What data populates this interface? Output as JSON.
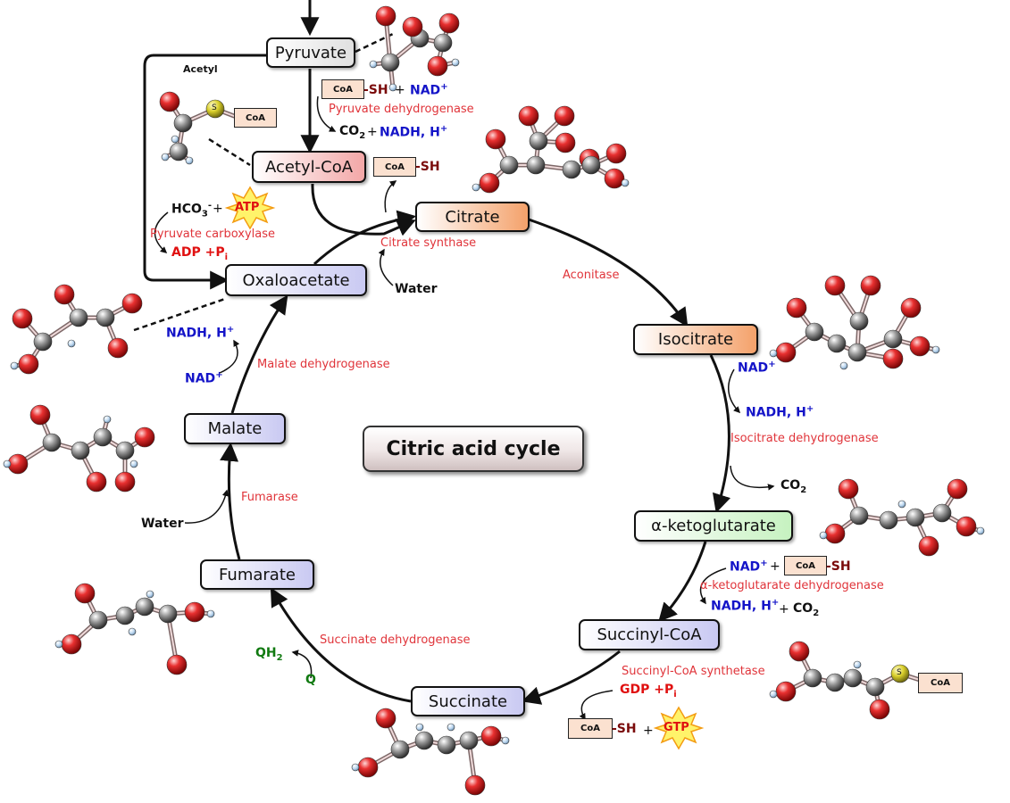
{
  "diagram_title": "Citric acid cycle",
  "colors": {
    "enzyme": "#e0343a",
    "nad": "#1414c8",
    "coa_sh": "#7a0a0a",
    "energy": "#e01010",
    "quinone": "#117a11",
    "orange_node": "#f4a16a",
    "blue_node": "#c9c9f2",
    "green_node": "#c6f2c0",
    "red_node": "#f3a7a7",
    "atom_oxygen": "#d81414",
    "atom_carbon": "#8a8a8a",
    "atom_sulfur": "#d9cf2a",
    "atom_hydrogen": "#bcd7f0"
  },
  "metabolites": {
    "pyruvate": "Pyruvate",
    "acetyl_coa": "Acetyl-CoA",
    "citrate": "Citrate",
    "isocitrate": "Isocitrate",
    "aketoglutarate": "α-ketoglutarate",
    "succinyl_coa": "Succinyl-CoA",
    "succinate": "Succinate",
    "fumarate": "Fumarate",
    "malate": "Malate",
    "oxaloacetate": "Oxaloacetate"
  },
  "enzymes": {
    "pyruvate_dh": "Pyruvate dehydrogenase",
    "citrate_synthase": "Citrate synthase",
    "aconitase": "Aconitase",
    "isocitrate_dh": "Isocitrate dehydrogenase",
    "akg_dh": "α-ketoglutarate dehydrogenase",
    "succinyl_coa_synthetase": "Succinyl-CoA synthetase",
    "succinate_dh": "Succinate dehydrogenase",
    "fumarase": "Fumarase",
    "malate_dh": "Malate dehydrogenase",
    "pyruvate_carboxylase": "Pyruvate carboxylase"
  },
  "labels": {
    "acetyl": "Acetyl",
    "coa": "CoA",
    "sh": "-SH",
    "plus": "+",
    "nad": "NAD",
    "nadh": "NADH, H",
    "co": "CO",
    "hco": "HCO",
    "atp": "ATP",
    "adp": "ADP +P",
    "gdp": "GDP +P",
    "gtp": "GTP",
    "water": "Water",
    "qh": "QH",
    "q": "Q",
    "sup_plus": "+",
    "sup_minus": "-",
    "sub_2": "2",
    "sub_3": "3",
    "sub_i": "i",
    "atom_s": "S"
  },
  "molecules": [
    {
      "name": "pyruvate",
      "atoms": [
        [
          432,
          18,
          "O"
        ],
        [
          437,
          70,
          "C"
        ],
        [
          470,
          43,
          "C"
        ],
        [
          462,
          30,
          "O"
        ],
        [
          503,
          26,
          "O"
        ],
        [
          496,
          48,
          "C"
        ],
        [
          490,
          74,
          "O"
        ],
        [
          510,
          70,
          "H"
        ],
        [
          418,
          72,
          "H"
        ],
        [
          440,
          98,
          "H"
        ]
      ],
      "bonds": [
        [
          432,
          18,
          437,
          70
        ],
        [
          437,
          70,
          470,
          43
        ],
        [
          470,
          43,
          462,
          30
        ],
        [
          470,
          43,
          496,
          48
        ],
        [
          496,
          48,
          503,
          26
        ],
        [
          496,
          48,
          490,
          74
        ],
        [
          490,
          74,
          510,
          70
        ],
        [
          437,
          70,
          418,
          72
        ],
        [
          437,
          70,
          440,
          98
        ]
      ]
    },
    {
      "name": "acetyl",
      "atoms": [
        [
          190,
          114,
          "O"
        ],
        [
          205,
          138,
          "C"
        ],
        [
          241,
          122,
          "S"
        ],
        [
          200,
          170,
          "C"
        ],
        [
          185,
          176,
          "H"
        ],
        [
          212,
          180,
          "H"
        ],
        [
          196,
          156,
          "H"
        ]
      ],
      "bonds": [
        [
          190,
          114,
          205,
          138
        ],
        [
          205,
          138,
          241,
          122
        ],
        [
          205,
          138,
          200,
          170
        ],
        [
          200,
          170,
          185,
          176
        ],
        [
          200,
          170,
          212,
          180
        ],
        [
          241,
          122,
          262,
          130
        ]
      ]
    },
    {
      "name": "citrate",
      "atoms": [
        [
          592,
          130,
          "O"
        ],
        [
          632,
          130,
          "O"
        ],
        [
          603,
          158,
          "C"
        ],
        [
          633,
          160,
          "O"
        ],
        [
          555,
          156,
          "O"
        ],
        [
          570,
          185,
          "C"
        ],
        [
          548,
          205,
          "O"
        ],
        [
          600,
          185,
          "C"
        ],
        [
          640,
          190,
          "C"
        ],
        [
          660,
          178,
          "O"
        ],
        [
          662,
          185,
          "C"
        ],
        [
          690,
          172,
          "O"
        ],
        [
          688,
          200,
          "O"
        ],
        [
          700,
          205,
          "H"
        ],
        [
          533,
          210,
          "H"
        ]
      ],
      "bonds": [
        [
          592,
          130,
          603,
          158
        ],
        [
          632,
          130,
          603,
          158
        ],
        [
          603,
          158,
          633,
          160
        ],
        [
          603,
          158,
          600,
          185
        ],
        [
          555,
          156,
          570,
          185
        ],
        [
          570,
          185,
          548,
          205
        ],
        [
          570,
          185,
          600,
          185
        ],
        [
          600,
          185,
          640,
          190
        ],
        [
          640,
          190,
          662,
          185
        ],
        [
          662,
          185,
          690,
          172
        ],
        [
          662,
          185,
          688,
          200
        ],
        [
          548,
          205,
          533,
          210
        ],
        [
          688,
          200,
          700,
          205
        ]
      ]
    },
    {
      "name": "oxaloacetate",
      "atoms": [
        [
          72,
          330,
          "O"
        ],
        [
          88,
          356,
          "C"
        ],
        [
          48,
          383,
          "C"
        ],
        [
          25,
          357,
          "O"
        ],
        [
          32,
          408,
          "O"
        ],
        [
          118,
          356,
          "C"
        ],
        [
          148,
          340,
          "O"
        ],
        [
          132,
          390,
          "O"
        ],
        [
          80,
          385,
          "H"
        ],
        [
          16,
          410,
          "H"
        ]
      ],
      "bonds": [
        [
          72,
          330,
          88,
          356
        ],
        [
          88,
          356,
          48,
          383
        ],
        [
          48,
          383,
          25,
          357
        ],
        [
          48,
          383,
          32,
          408
        ],
        [
          88,
          356,
          118,
          356
        ],
        [
          118,
          356,
          148,
          340
        ],
        [
          118,
          356,
          132,
          390
        ],
        [
          32,
          408,
          16,
          410
        ]
      ]
    },
    {
      "name": "isocitrate",
      "atoms": [
        [
          935,
          320,
          "O"
        ],
        [
          975,
          320,
          "O"
        ],
        [
          962,
          360,
          "C"
        ],
        [
          892,
          345,
          "O"
        ],
        [
          912,
          372,
          "C"
        ],
        [
          880,
          395,
          "O"
        ],
        [
          937,
          385,
          "C"
        ],
        [
          960,
          395,
          "C"
        ],
        [
          1000,
          380,
          "C"
        ],
        [
          1020,
          345,
          "O"
        ],
        [
          1030,
          388,
          "O"
        ],
        [
          1000,
          402,
          "O"
        ],
        [
          1048,
          392,
          "H"
        ],
        [
          866,
          396,
          "H"
        ],
        [
          945,
          410,
          "H"
        ]
      ],
      "bonds": [
        [
          935,
          320,
          962,
          360
        ],
        [
          975,
          320,
          962,
          360
        ],
        [
          962,
          360,
          960,
          395
        ],
        [
          892,
          345,
          912,
          372
        ],
        [
          912,
          372,
          880,
          395
        ],
        [
          912,
          372,
          937,
          385
        ],
        [
          937,
          385,
          960,
          395
        ],
        [
          960,
          395,
          1000,
          380
        ],
        [
          1000,
          380,
          1020,
          345
        ],
        [
          1000,
          380,
          1030,
          388
        ],
        [
          960,
          395,
          1000,
          402
        ],
        [
          1030,
          388,
          1048,
          392
        ],
        [
          880,
          395,
          866,
          396
        ]
      ]
    },
    {
      "name": "malate",
      "atoms": [
        [
          45,
          465,
          "O"
        ],
        [
          58,
          496,
          "C"
        ],
        [
          20,
          520,
          "O"
        ],
        [
          90,
          505,
          "C"
        ],
        [
          115,
          490,
          "C"
        ],
        [
          140,
          505,
          "C"
        ],
        [
          162,
          490,
          "O"
        ],
        [
          140,
          540,
          "O"
        ],
        [
          108,
          540,
          "O"
        ],
        [
          8,
          520,
          "H"
        ],
        [
          150,
          520,
          "H"
        ],
        [
          120,
          470,
          "H"
        ]
      ],
      "bonds": [
        [
          45,
          465,
          58,
          496
        ],
        [
          58,
          496,
          20,
          520
        ],
        [
          58,
          496,
          90,
          505
        ],
        [
          90,
          505,
          115,
          490
        ],
        [
          115,
          490,
          140,
          505
        ],
        [
          140,
          505,
          162,
          490
        ],
        [
          140,
          505,
          140,
          540
        ],
        [
          90,
          505,
          108,
          540
        ],
        [
          20,
          520,
          8,
          520
        ],
        [
          115,
          490,
          120,
          470
        ]
      ]
    },
    {
      "name": "aketoglutarate",
      "atoms": [
        [
          950,
          548,
          "O"
        ],
        [
          962,
          578,
          "C"
        ],
        [
          935,
          598,
          "O"
        ],
        [
          995,
          583,
          "C"
        ],
        [
          1010,
          565,
          "H"
        ],
        [
          1025,
          580,
          "C"
        ],
        [
          1055,
          575,
          "C"
        ],
        [
          1072,
          548,
          "O"
        ],
        [
          1082,
          590,
          "O"
        ],
        [
          1040,
          612,
          "O"
        ],
        [
          1098,
          595,
          "H"
        ],
        [
          922,
          600,
          "H"
        ]
      ],
      "bonds": [
        [
          950,
          548,
          962,
          578
        ],
        [
          962,
          578,
          935,
          598
        ],
        [
          962,
          578,
          995,
          583
        ],
        [
          995,
          583,
          1025,
          580
        ],
        [
          1025,
          580,
          1055,
          575
        ],
        [
          1055,
          575,
          1072,
          548
        ],
        [
          1055,
          575,
          1082,
          590
        ],
        [
          1025,
          580,
          1040,
          612
        ],
        [
          1082,
          590,
          1098,
          595
        ],
        [
          935,
          598,
          922,
          600
        ]
      ]
    },
    {
      "name": "fumarate",
      "atoms": [
        [
          95,
          665,
          "O"
        ],
        [
          110,
          695,
          "C"
        ],
        [
          80,
          722,
          "O"
        ],
        [
          140,
          690,
          "C"
        ],
        [
          162,
          680,
          "C"
        ],
        [
          188,
          688,
          "C"
        ],
        [
          218,
          686,
          "O"
        ],
        [
          198,
          745,
          "O"
        ],
        [
          66,
          722,
          "H"
        ],
        [
          236,
          688,
          "H"
        ],
        [
          148,
          708,
          "H"
        ],
        [
          168,
          666,
          "H"
        ]
      ],
      "bonds": [
        [
          95,
          665,
          110,
          695
        ],
        [
          110,
          695,
          80,
          722
        ],
        [
          110,
          695,
          140,
          690
        ],
        [
          140,
          690,
          162,
          680
        ],
        [
          162,
          680,
          188,
          688
        ],
        [
          188,
          688,
          218,
          686
        ],
        [
          188,
          688,
          198,
          745
        ],
        [
          80,
          722,
          66,
          722
        ],
        [
          218,
          686,
          236,
          688
        ]
      ]
    },
    {
      "name": "succinyl_coa",
      "atoms": [
        [
          895,
          730,
          "O"
        ],
        [
          910,
          760,
          "C"
        ],
        [
          880,
          775,
          "O"
        ],
        [
          935,
          765,
          "C"
        ],
        [
          955,
          760,
          "C"
        ],
        [
          980,
          770,
          "C"
        ],
        [
          1008,
          755,
          "S"
        ],
        [
          985,
          795,
          "O"
        ],
        [
          866,
          778,
          "H"
        ],
        [
          960,
          745,
          "H"
        ]
      ],
      "bonds": [
        [
          895,
          730,
          910,
          760
        ],
        [
          910,
          760,
          880,
          775
        ],
        [
          910,
          760,
          935,
          765
        ],
        [
          935,
          765,
          955,
          760
        ],
        [
          955,
          760,
          980,
          770
        ],
        [
          980,
          770,
          1008,
          755
        ],
        [
          980,
          770,
          985,
          795
        ],
        [
          1008,
          755,
          1030,
          762
        ],
        [
          880,
          775,
          866,
          778
        ]
      ]
    },
    {
      "name": "succinate",
      "atoms": [
        [
          432,
          805,
          "O"
        ],
        [
          448,
          840,
          "C"
        ],
        [
          412,
          860,
          "O"
        ],
        [
          475,
          830,
          "C"
        ],
        [
          500,
          835,
          "C"
        ],
        [
          525,
          830,
          "C"
        ],
        [
          550,
          825,
          "O"
        ],
        [
          532,
          880,
          "O"
        ],
        [
          398,
          860,
          "H"
        ],
        [
          566,
          830,
          "H"
        ],
        [
          470,
          815,
          "H"
        ],
        [
          505,
          815,
          "H"
        ]
      ],
      "bonds": [
        [
          432,
          805,
          448,
          840
        ],
        [
          448,
          840,
          412,
          860
        ],
        [
          448,
          840,
          475,
          830
        ],
        [
          475,
          830,
          500,
          835
        ],
        [
          500,
          835,
          525,
          830
        ],
        [
          525,
          830,
          550,
          825
        ],
        [
          525,
          830,
          532,
          880
        ],
        [
          412,
          860,
          398,
          860
        ],
        [
          550,
          825,
          566,
          830
        ]
      ]
    }
  ]
}
